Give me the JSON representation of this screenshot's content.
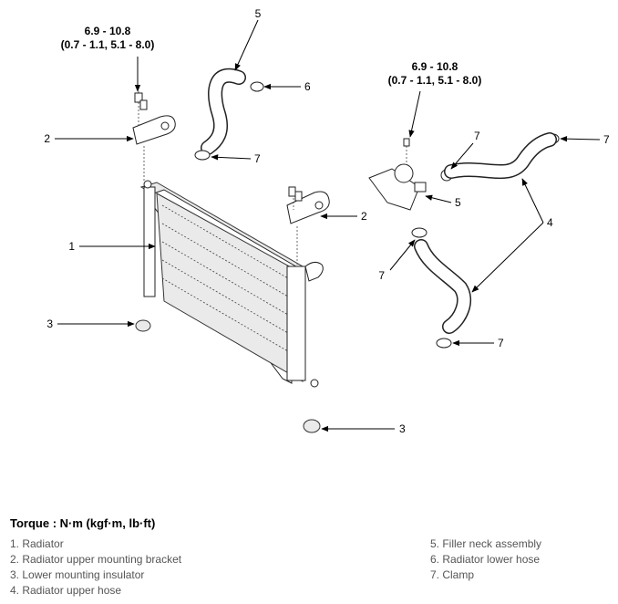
{
  "diagram": {
    "torque_values": [
      {
        "line1": "6.9 - 10.8",
        "line2": "(0.7 - 1.1, 5.1 - 8.0)"
      },
      {
        "line1": "6.9 - 10.8",
        "line2": "(0.7 - 1.1, 5.1 - 8.0)"
      }
    ],
    "callouts": [
      "1",
      "2",
      "2",
      "3",
      "3",
      "4",
      "5",
      "6",
      "7",
      "7",
      "7",
      "7",
      "7"
    ]
  },
  "legend": {
    "title": "Torque : N·m (kgf·m, lb·ft)",
    "left": [
      "1. Radiator",
      "2. Radiator upper mounting bracket",
      "3. Lower mounting insulator",
      "4. Radiator upper hose"
    ],
    "right": [
      "5. Filler neck assembly",
      "6. Radiator lower hose",
      "7. Clamp"
    ]
  }
}
